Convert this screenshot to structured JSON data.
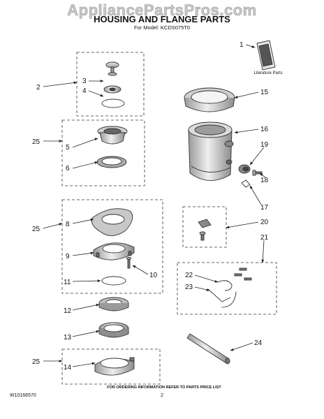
{
  "watermark": "AppliancePartsPros.com",
  "title": "HOUSING AND FLANGE PARTS",
  "model_line": "For Model: KCDS075T0",
  "literature_label": "Literature Parts",
  "footer": {
    "doc_number": "W10166570",
    "page_number": "2",
    "ordering_note": "FOR ORDERING INFORMATION REFER TO PARTS PRICE LIST"
  },
  "callouts": [
    "1",
    "2",
    "3",
    "4",
    "5",
    "6",
    "8",
    "9",
    "10",
    "11",
    "12",
    "13",
    "14",
    "15",
    "16",
    "17",
    "18",
    "19",
    "20",
    "21",
    "22",
    "23",
    "24",
    "25",
    "25",
    "25"
  ],
  "colors": {
    "part_fill": "#d6d6d6",
    "part_dark": "#8a8a8a",
    "line": "#222222",
    "watermark": "#c8c8c8"
  }
}
